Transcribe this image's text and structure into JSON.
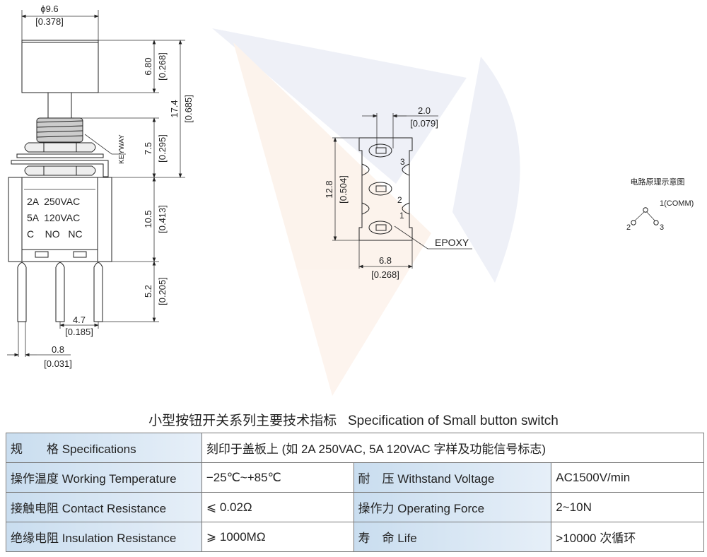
{
  "side_view": {
    "diameter": "ϕ9.6",
    "diameter_in": "[0.378]",
    "cap_height": "6.80",
    "cap_height_in": "[0.268]",
    "total_height": "17.4",
    "total_height_in": "[0.685]",
    "bushing_height": "7.5",
    "bushing_height_in": "[0.295]",
    "body_height": "10.5",
    "body_height_in": "[0.413]",
    "pin_length": "5.2",
    "pin_length_in": "[0.205]",
    "pin_pitch": "4.7",
    "pin_pitch_in": "[0.185]",
    "pin_width": "0.8",
    "pin_width_in": "[0.031]",
    "keyway_label": "KEYWAY",
    "body_text": [
      "2A  250VAC",
      "5A  120VAC",
      "C    NO   NC"
    ]
  },
  "bottom_view": {
    "pad_width": "2.0",
    "pad_width_in": "[0.079]",
    "length": "12.8",
    "length_in": "[0.504]",
    "width": "6.8",
    "width_in": "[0.268]",
    "epoxy_label": "EPOXY",
    "pin_numbers": [
      "3",
      "2",
      "1"
    ]
  },
  "circuit": {
    "title": "电路原理示意图",
    "pin1": "1(COMM)",
    "pin2": "2",
    "pin3": "3"
  },
  "spec": {
    "title": "小型按钮开关系列主要技术指标   Specification of Small button switch",
    "rows": [
      {
        "label": "规　　格 Specifications",
        "value": "刻印于盖板上 (如 2A 250VAC, 5A 120VAC 字样及功能信号标志)"
      },
      {
        "label": "操作温度 Working Temperature",
        "value": "−25℃~+85℃",
        "label2": "耐　压 Withstand Voltage",
        "value2": "AC1500V/min"
      },
      {
        "label": "接触电阻 Contact Resistance",
        "value": "⩽ 0.02Ω",
        "label2": "操作力 Operating Force",
        "value2": "2~10N"
      },
      {
        "label": "绝缘电阻 Insulation Resistance",
        "value": "⩾ 1000MΩ",
        "label2": "寿　命 Life",
        "value2": ">10000 次循环"
      }
    ]
  }
}
